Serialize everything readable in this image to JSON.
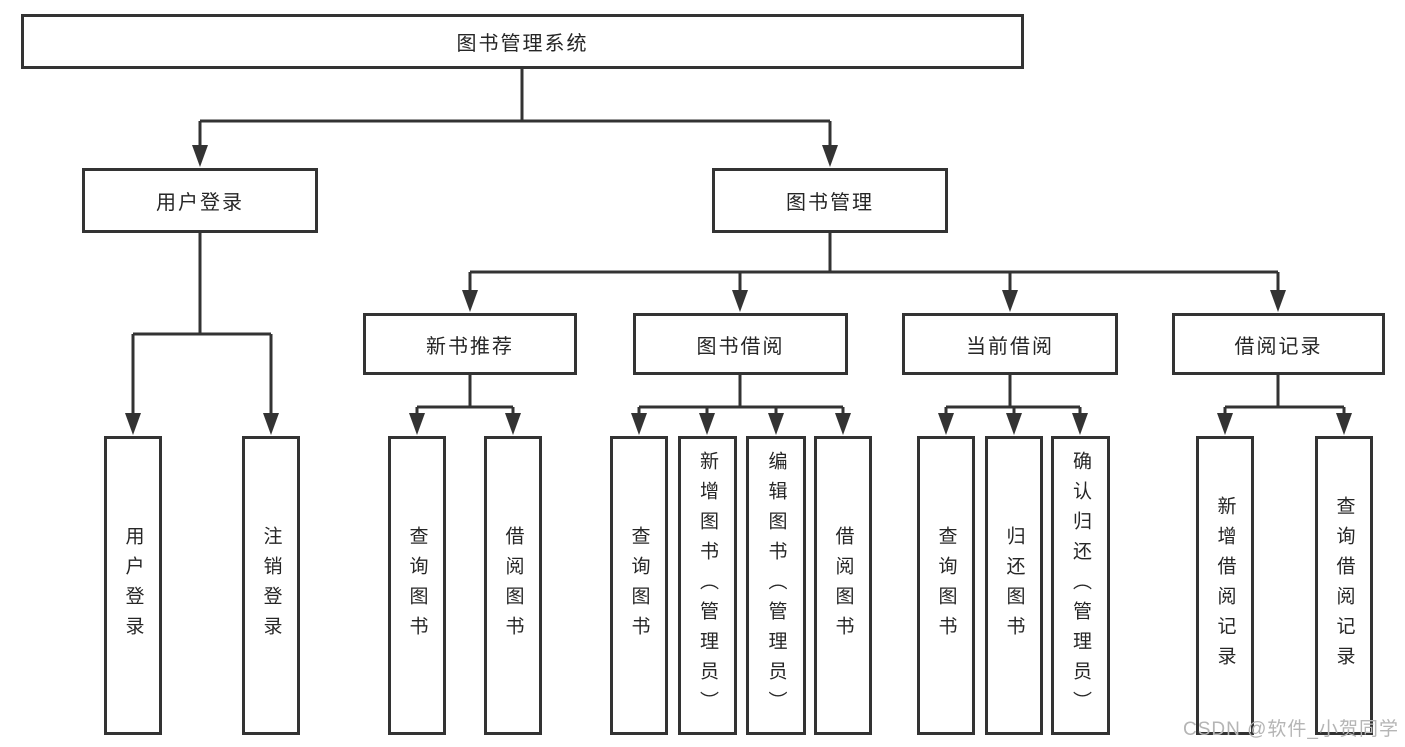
{
  "diagram": {
    "root": {
      "label": "图书管理系统",
      "children": [
        {
          "label": "用户登录",
          "children": [
            {
              "label": "用户登录"
            },
            {
              "label": "注销登录"
            }
          ]
        },
        {
          "label": "图书管理",
          "children": [
            {
              "label": "新书推荐",
              "children": [
                {
                  "label": "查询图书"
                },
                {
                  "label": "借阅图书"
                }
              ]
            },
            {
              "label": "图书借阅",
              "children": [
                {
                  "label": "查询图书"
                },
                {
                  "label": "新增图书（管理员）"
                },
                {
                  "label": "编辑图书（管理员）"
                },
                {
                  "label": "借阅图书"
                }
              ]
            },
            {
              "label": "当前借阅",
              "children": [
                {
                  "label": "查询图书"
                },
                {
                  "label": "归还图书"
                },
                {
                  "label": "确认归还（管理员）"
                }
              ]
            },
            {
              "label": "借阅记录",
              "children": [
                {
                  "label": "新增借阅记录"
                },
                {
                  "label": "查询借阅记录"
                }
              ]
            }
          ]
        }
      ]
    }
  },
  "watermark": {
    "text": "CSDN @软件_小贺同学"
  },
  "colors": {
    "line": "#333333",
    "text": "#262626",
    "background": "#ffffff",
    "watermark": "#b5b5b5"
  }
}
